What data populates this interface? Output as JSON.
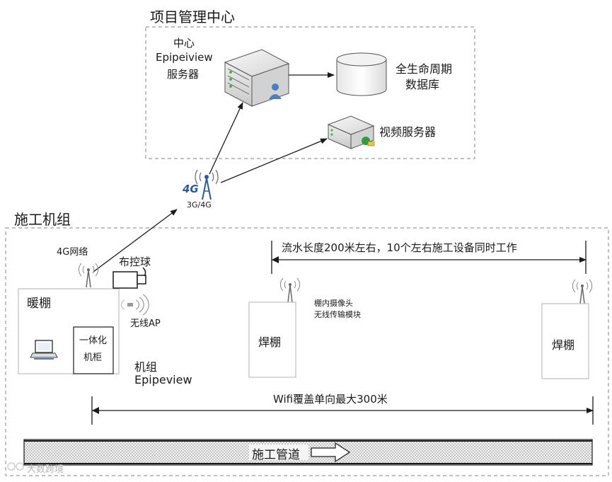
{
  "project_center": {
    "title": "项目管理中心",
    "center_server": {
      "label_line1": "中心",
      "label_line2": "Epipeiview",
      "label_line3": "服务器"
    },
    "database": {
      "label_line1": "全生命周期",
      "label_line2": "数据库"
    },
    "video_server": {
      "label": "视频服务器"
    }
  },
  "network": {
    "tower_badge": "4G",
    "tower_label": "3G/4G"
  },
  "construction_unit": {
    "title": "施工机组",
    "network_4g_label": "4G网络",
    "dome_camera_label": "布控球",
    "wireless_ap_label": "无线AP",
    "warm_shed": {
      "label": "暖棚"
    },
    "cabinet": {
      "label_line1": "一体化",
      "label_line2": "机柜"
    },
    "unit_software": {
      "label_line1": "机组",
      "label_line2": "Epipeview"
    },
    "flow_span": {
      "label": "流水长度200米左右，10个左右施工设备同时工作"
    },
    "camera_module": {
      "label_line1": "棚内摄像头",
      "label_line2": "无线传输模块"
    },
    "welding_shed_1": {
      "label": "焊棚"
    },
    "welding_shed_2": {
      "label": "焊棚"
    },
    "wifi_span": {
      "label": "Wifi覆盖单向最大300米"
    },
    "pipeline": {
      "label": "施工管道"
    }
  },
  "watermark": {
    "text": "大数跨境"
  },
  "colors": {
    "line": "#1a1a1a",
    "dashed_border": "#9a9a9a",
    "server_body": "#e8e8e8",
    "user_badge": "#4a7fc4",
    "globe_badge": "#2e9e3e"
  }
}
